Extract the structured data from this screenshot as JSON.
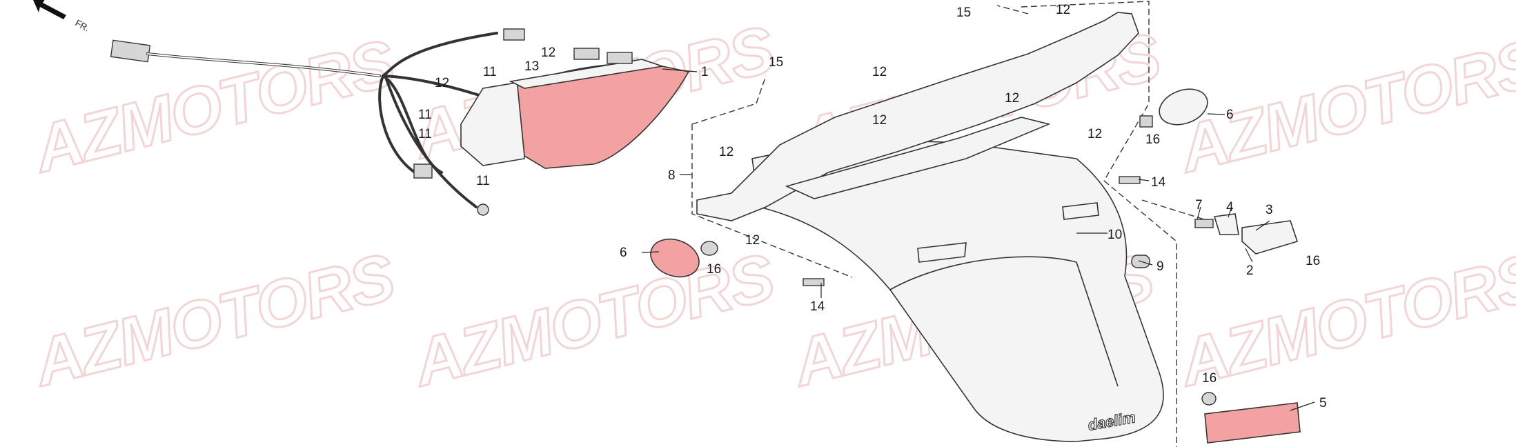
{
  "watermark": "AZMOTORS",
  "direction_label": "FR.",
  "callouts": {
    "c1": "1",
    "c2": "2",
    "c3": "3",
    "c4": "4",
    "c5": "5",
    "c6a": "6",
    "c6b": "6",
    "c7": "7",
    "c8": "8",
    "c9": "9",
    "c10": "10",
    "c11a": "11",
    "c11b": "11",
    "c11c": "11",
    "c11d": "11",
    "c12a": "12",
    "c12b": "12",
    "c12c": "12",
    "c12d": "12",
    "c12e": "12",
    "c12f": "12",
    "c12g": "12",
    "c12h": "12",
    "c12i": "12",
    "c13": "13",
    "c14a": "14",
    "c14b": "14",
    "c15a": "15",
    "c15b": "15",
    "c16a": "16",
    "c16b": "16",
    "c16c": "16",
    "c16d": "16"
  },
  "fender_logo": "daelim",
  "colors": {
    "lens": "#f3a2a2",
    "watermark": "#e8b4b4",
    "line": "#333333"
  }
}
